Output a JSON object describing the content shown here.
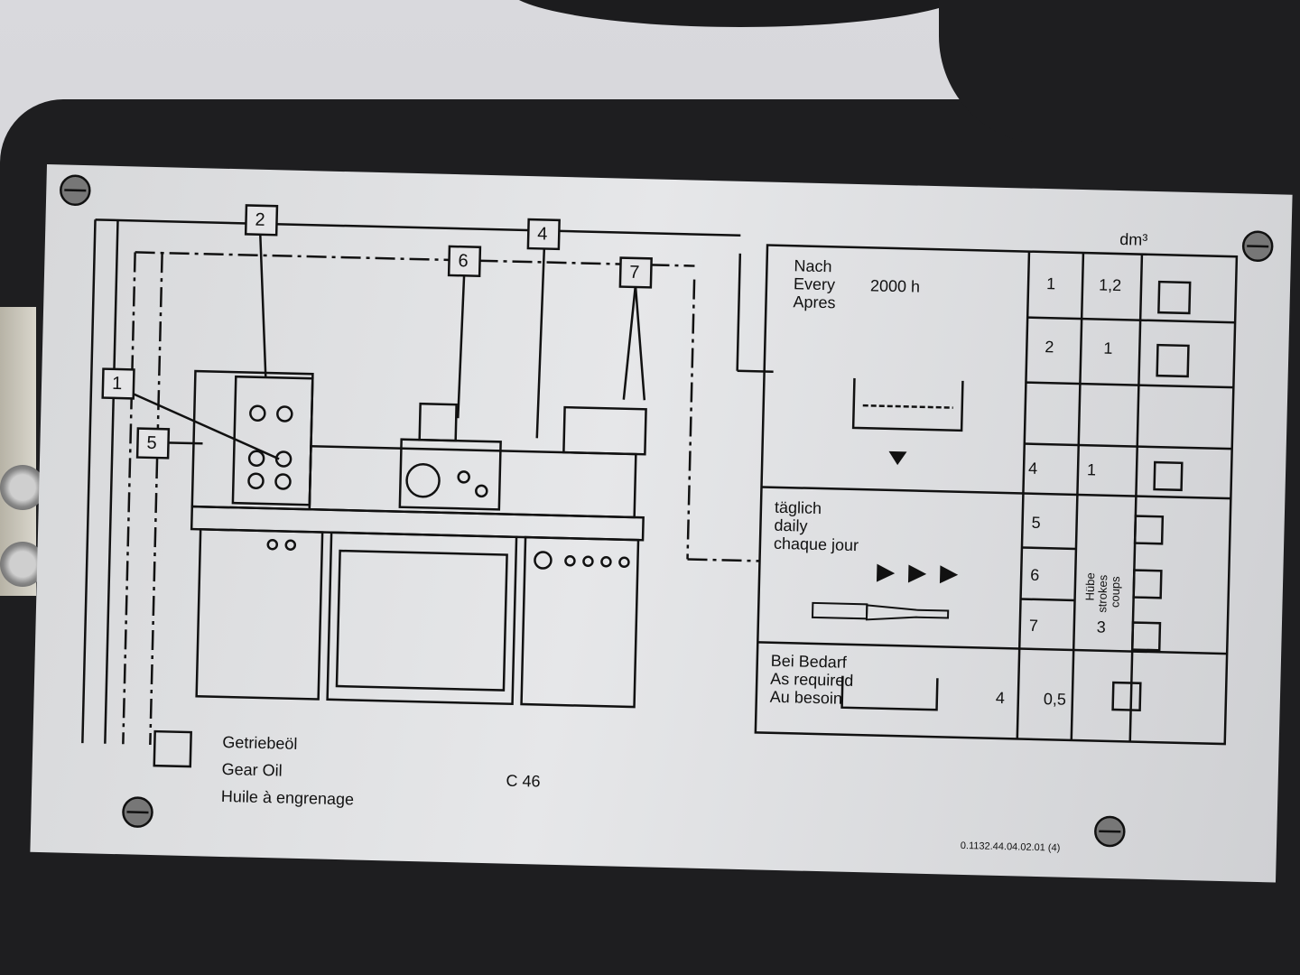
{
  "plate": {
    "unit": "dm³",
    "callouts": [
      "1",
      "2",
      "4",
      "5",
      "6",
      "7"
    ],
    "interval_2000h": {
      "lines": [
        "Nach",
        "Every",
        "Apres"
      ],
      "value": "2000 h"
    },
    "daily": {
      "lines": [
        "täglich",
        "daily",
        "chaque jour"
      ]
    },
    "as_required": {
      "lines": [
        "Bei Bedarf",
        "As required",
        "Au besoin"
      ]
    },
    "strokes": {
      "lines": [
        "Hübe",
        "strokes",
        "coups"
      ],
      "count": "3"
    },
    "table_rows": [
      {
        "point": "1",
        "qty": "1,2"
      },
      {
        "point": "2",
        "qty": "1"
      },
      {
        "point": "4",
        "qty": "1"
      },
      {
        "point": "5",
        "qty": ""
      },
      {
        "point": "6",
        "qty": ""
      },
      {
        "point": "7",
        "qty": ""
      },
      {
        "point": "4",
        "qty": "0,5"
      }
    ],
    "legend": {
      "lines": [
        "Getriebeöl",
        "Gear Oil",
        "Huile à engrenage"
      ],
      "grade": "C 46"
    },
    "part_number": "0.1132.44.04.02.01 (4)",
    "colors": {
      "ink": "#111111",
      "plate": "#dcdddf",
      "housing": "#1e1e20"
    }
  }
}
